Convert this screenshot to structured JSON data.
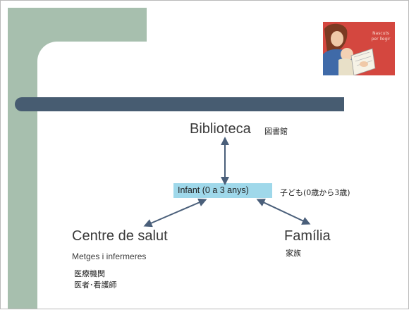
{
  "diagram": {
    "top_node": {
      "label": "Biblioteca",
      "jp": "図書館"
    },
    "center_node": {
      "label": "Infant (0 a 3 anys)",
      "jp": "子ども(0歳から3歳)"
    },
    "left_node": {
      "label": "Centre de salut",
      "sub": "Metges i infermeres",
      "jp_line1": "医療機関",
      "jp_line2": "医者･看護師"
    },
    "right_node": {
      "label": "Família",
      "jp": "家族"
    }
  },
  "image": {
    "name": "mother-reading-book-illustration",
    "lettering": "Nascuts per llegir"
  },
  "colors": {
    "sidebar": "#a7bfae",
    "title_bar": "#475c71",
    "highlight": "#9fd8ea",
    "arrow": "#4a5f7a"
  }
}
